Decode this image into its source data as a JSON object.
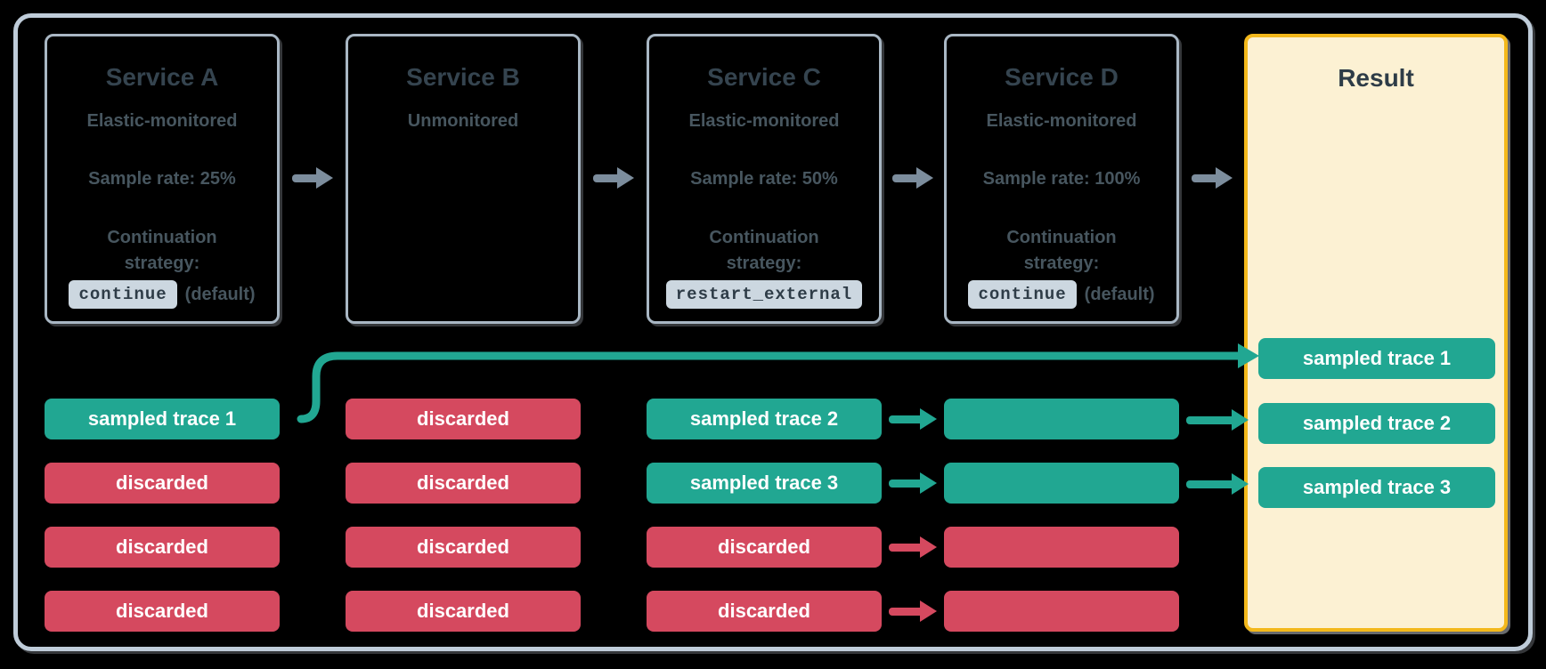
{
  "colors": {
    "teal_sampled": "#21A792",
    "red_discarded": "#D5495F",
    "gray_arrow": "#7C8D9D",
    "outer_frame_border": "#BFCCD9",
    "service_box_border": "#A9B7C4",
    "result_border": "#F3B81B",
    "result_background": "#FCF1D3",
    "heading_text": "#35444F",
    "body_text": "#47565F",
    "code_chip_background": "#CCD7E0",
    "code_chip_text": "#2E3C47",
    "trace_label_text": "#FFFFFF"
  },
  "services": [
    {
      "title": "Service A",
      "subtitle": "Elastic-monitored",
      "sample_rate": "Sample rate: 25%",
      "continuation_line1": "Continuation",
      "continuation_line2": "strategy:",
      "strategy_code": "continue",
      "strategy_suffix": "(default)"
    },
    {
      "title": "Service B",
      "subtitle": "Unmonitored"
    },
    {
      "title": "Service C",
      "subtitle": "Elastic-monitored",
      "sample_rate": "Sample rate: 50%",
      "continuation_line1": "Continuation",
      "continuation_line2": "strategy:",
      "strategy_code": "restart_external"
    },
    {
      "title": "Service D",
      "subtitle": "Elastic-monitored",
      "sample_rate": "Sample rate: 100%",
      "continuation_line1": "Continuation",
      "continuation_line2": "strategy:",
      "strategy_code": "continue",
      "strategy_suffix": "(default)"
    }
  ],
  "trace_columns": {
    "a": {
      "rows": [
        {
          "label": "sampled trace 1",
          "status": "sampled"
        },
        {
          "label": "discarded",
          "status": "discarded"
        },
        {
          "label": "discarded",
          "status": "discarded"
        },
        {
          "label": "discarded",
          "status": "discarded"
        }
      ]
    },
    "b": {
      "rows": [
        {
          "label": "discarded",
          "status": "discarded"
        },
        {
          "label": "discarded",
          "status": "discarded"
        },
        {
          "label": "discarded",
          "status": "discarded"
        },
        {
          "label": "discarded",
          "status": "discarded"
        }
      ]
    },
    "c": {
      "rows": [
        {
          "label": "sampled trace 2",
          "status": "sampled"
        },
        {
          "label": "sampled trace 3",
          "status": "sampled"
        },
        {
          "label": "discarded",
          "status": "discarded"
        },
        {
          "label": "discarded",
          "status": "discarded"
        }
      ]
    },
    "d": {
      "rows": [
        {
          "label": "",
          "status": "sampled"
        },
        {
          "label": "",
          "status": "sampled"
        },
        {
          "label": "",
          "status": "discarded"
        },
        {
          "label": "",
          "status": "discarded"
        }
      ]
    }
  },
  "result": {
    "title": "Result",
    "chips": [
      {
        "label": "sampled trace 1",
        "status": "sampled"
      },
      {
        "label": "sampled trace 2",
        "status": "sampled"
      },
      {
        "label": "sampled trace 3",
        "status": "sampled"
      }
    ]
  }
}
